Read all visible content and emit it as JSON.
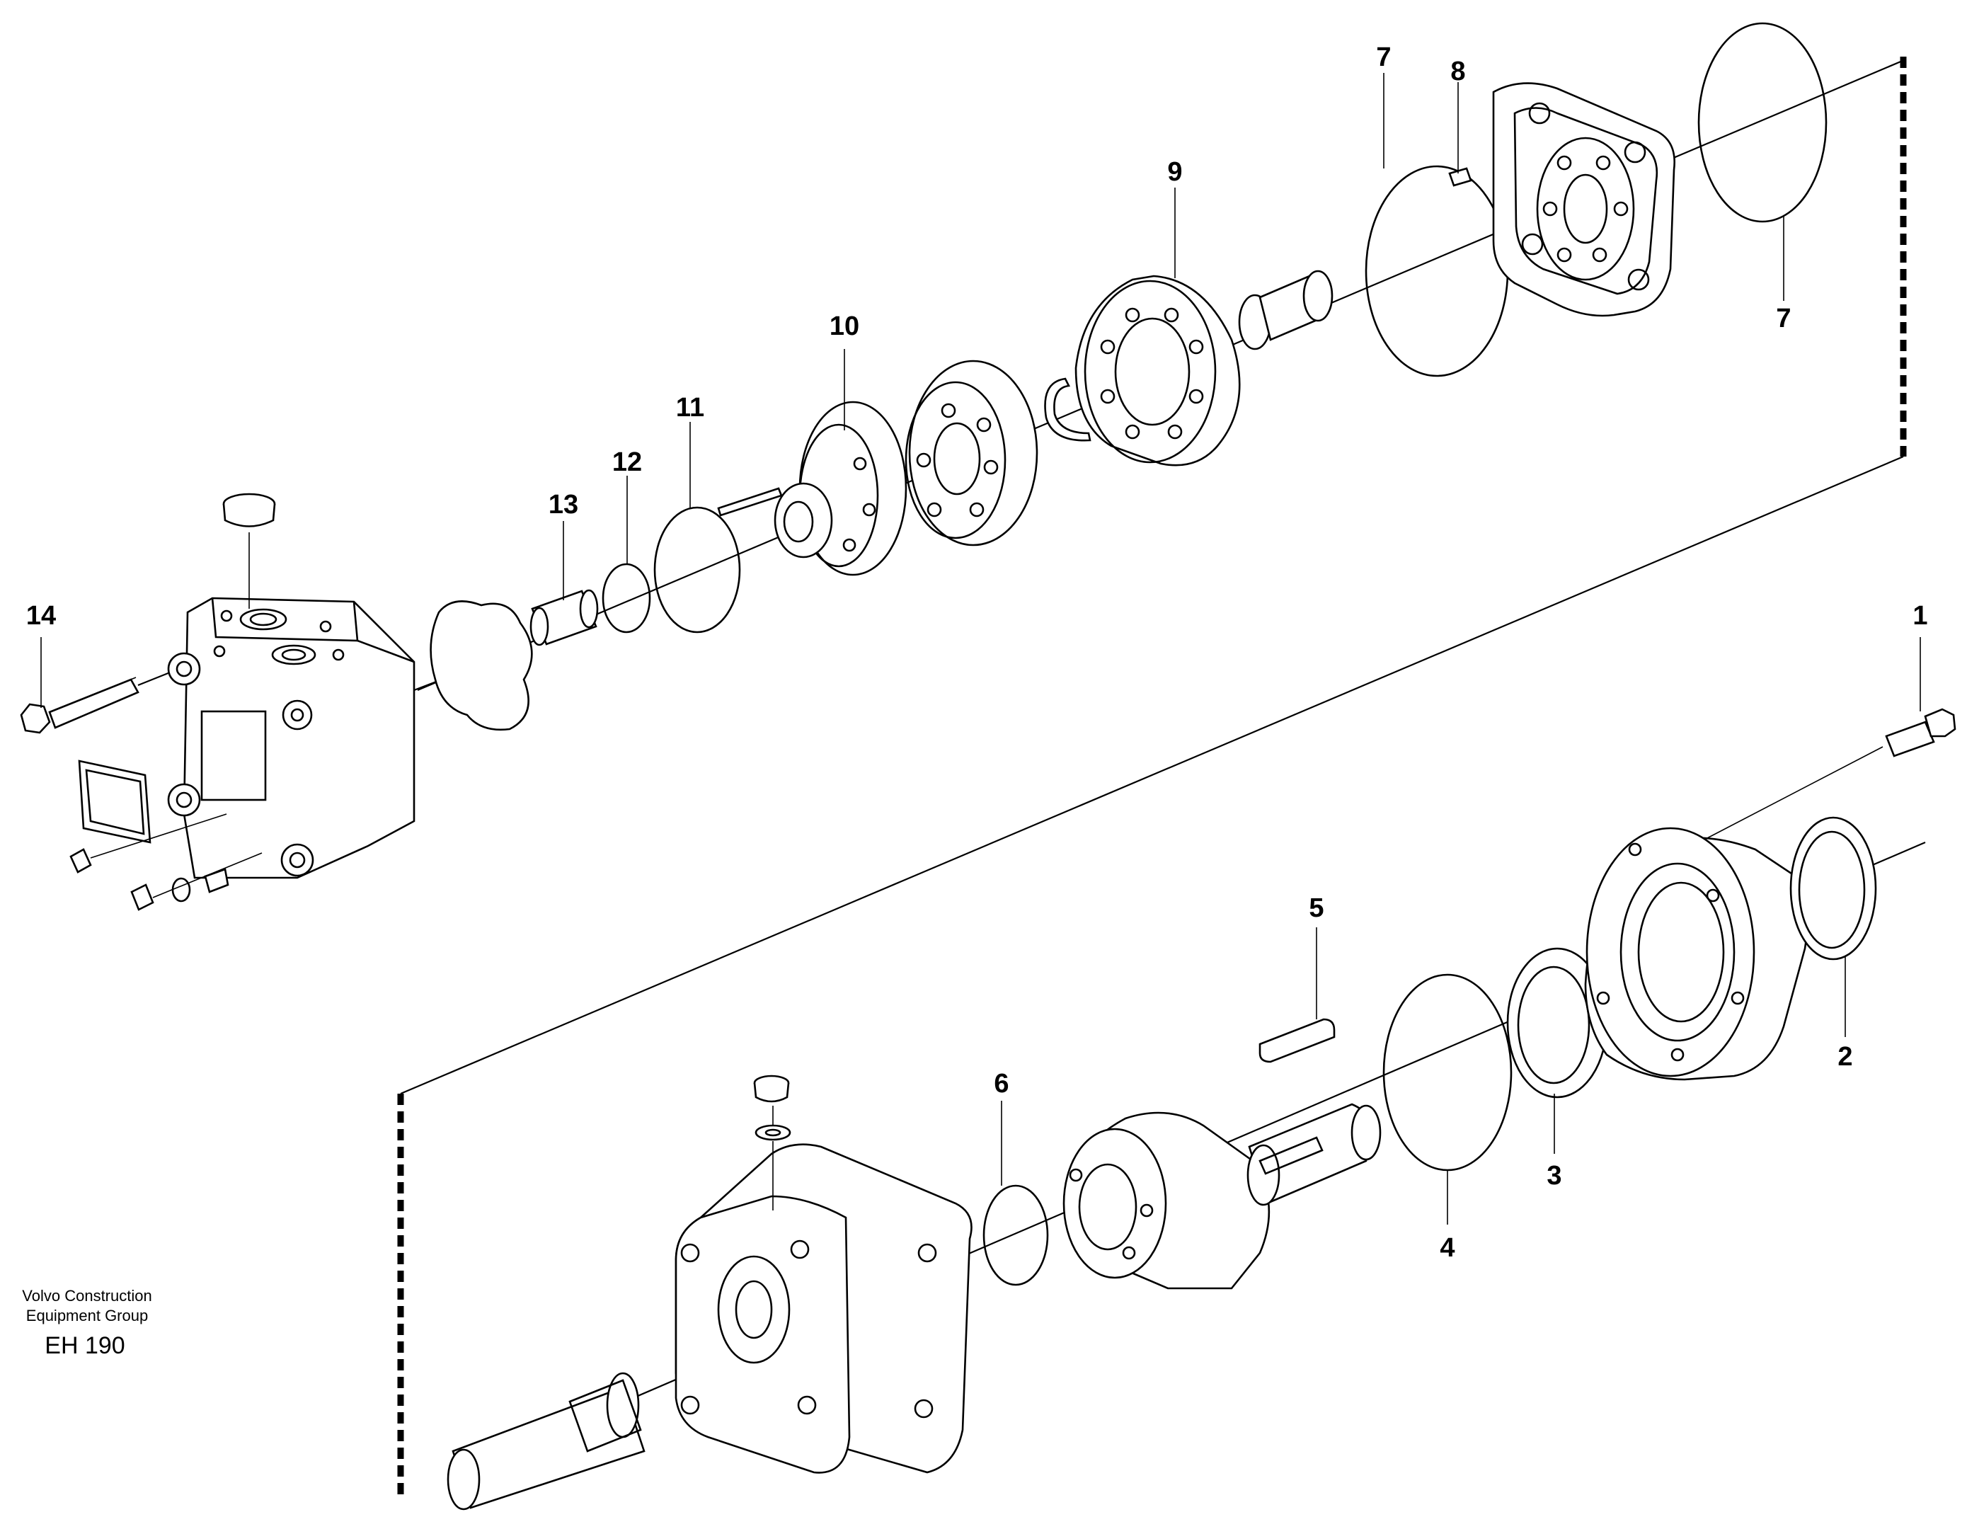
{
  "diagram": {
    "callouts": [
      "1",
      "2",
      "3",
      "4",
      "5",
      "6",
      "7",
      "8",
      "9",
      "10",
      "11",
      "12",
      "13",
      "14",
      "7"
    ],
    "footer": {
      "company_line1": "Volvo Construction",
      "company_line2": "Equipment Group",
      "code": "EH 190"
    }
  }
}
